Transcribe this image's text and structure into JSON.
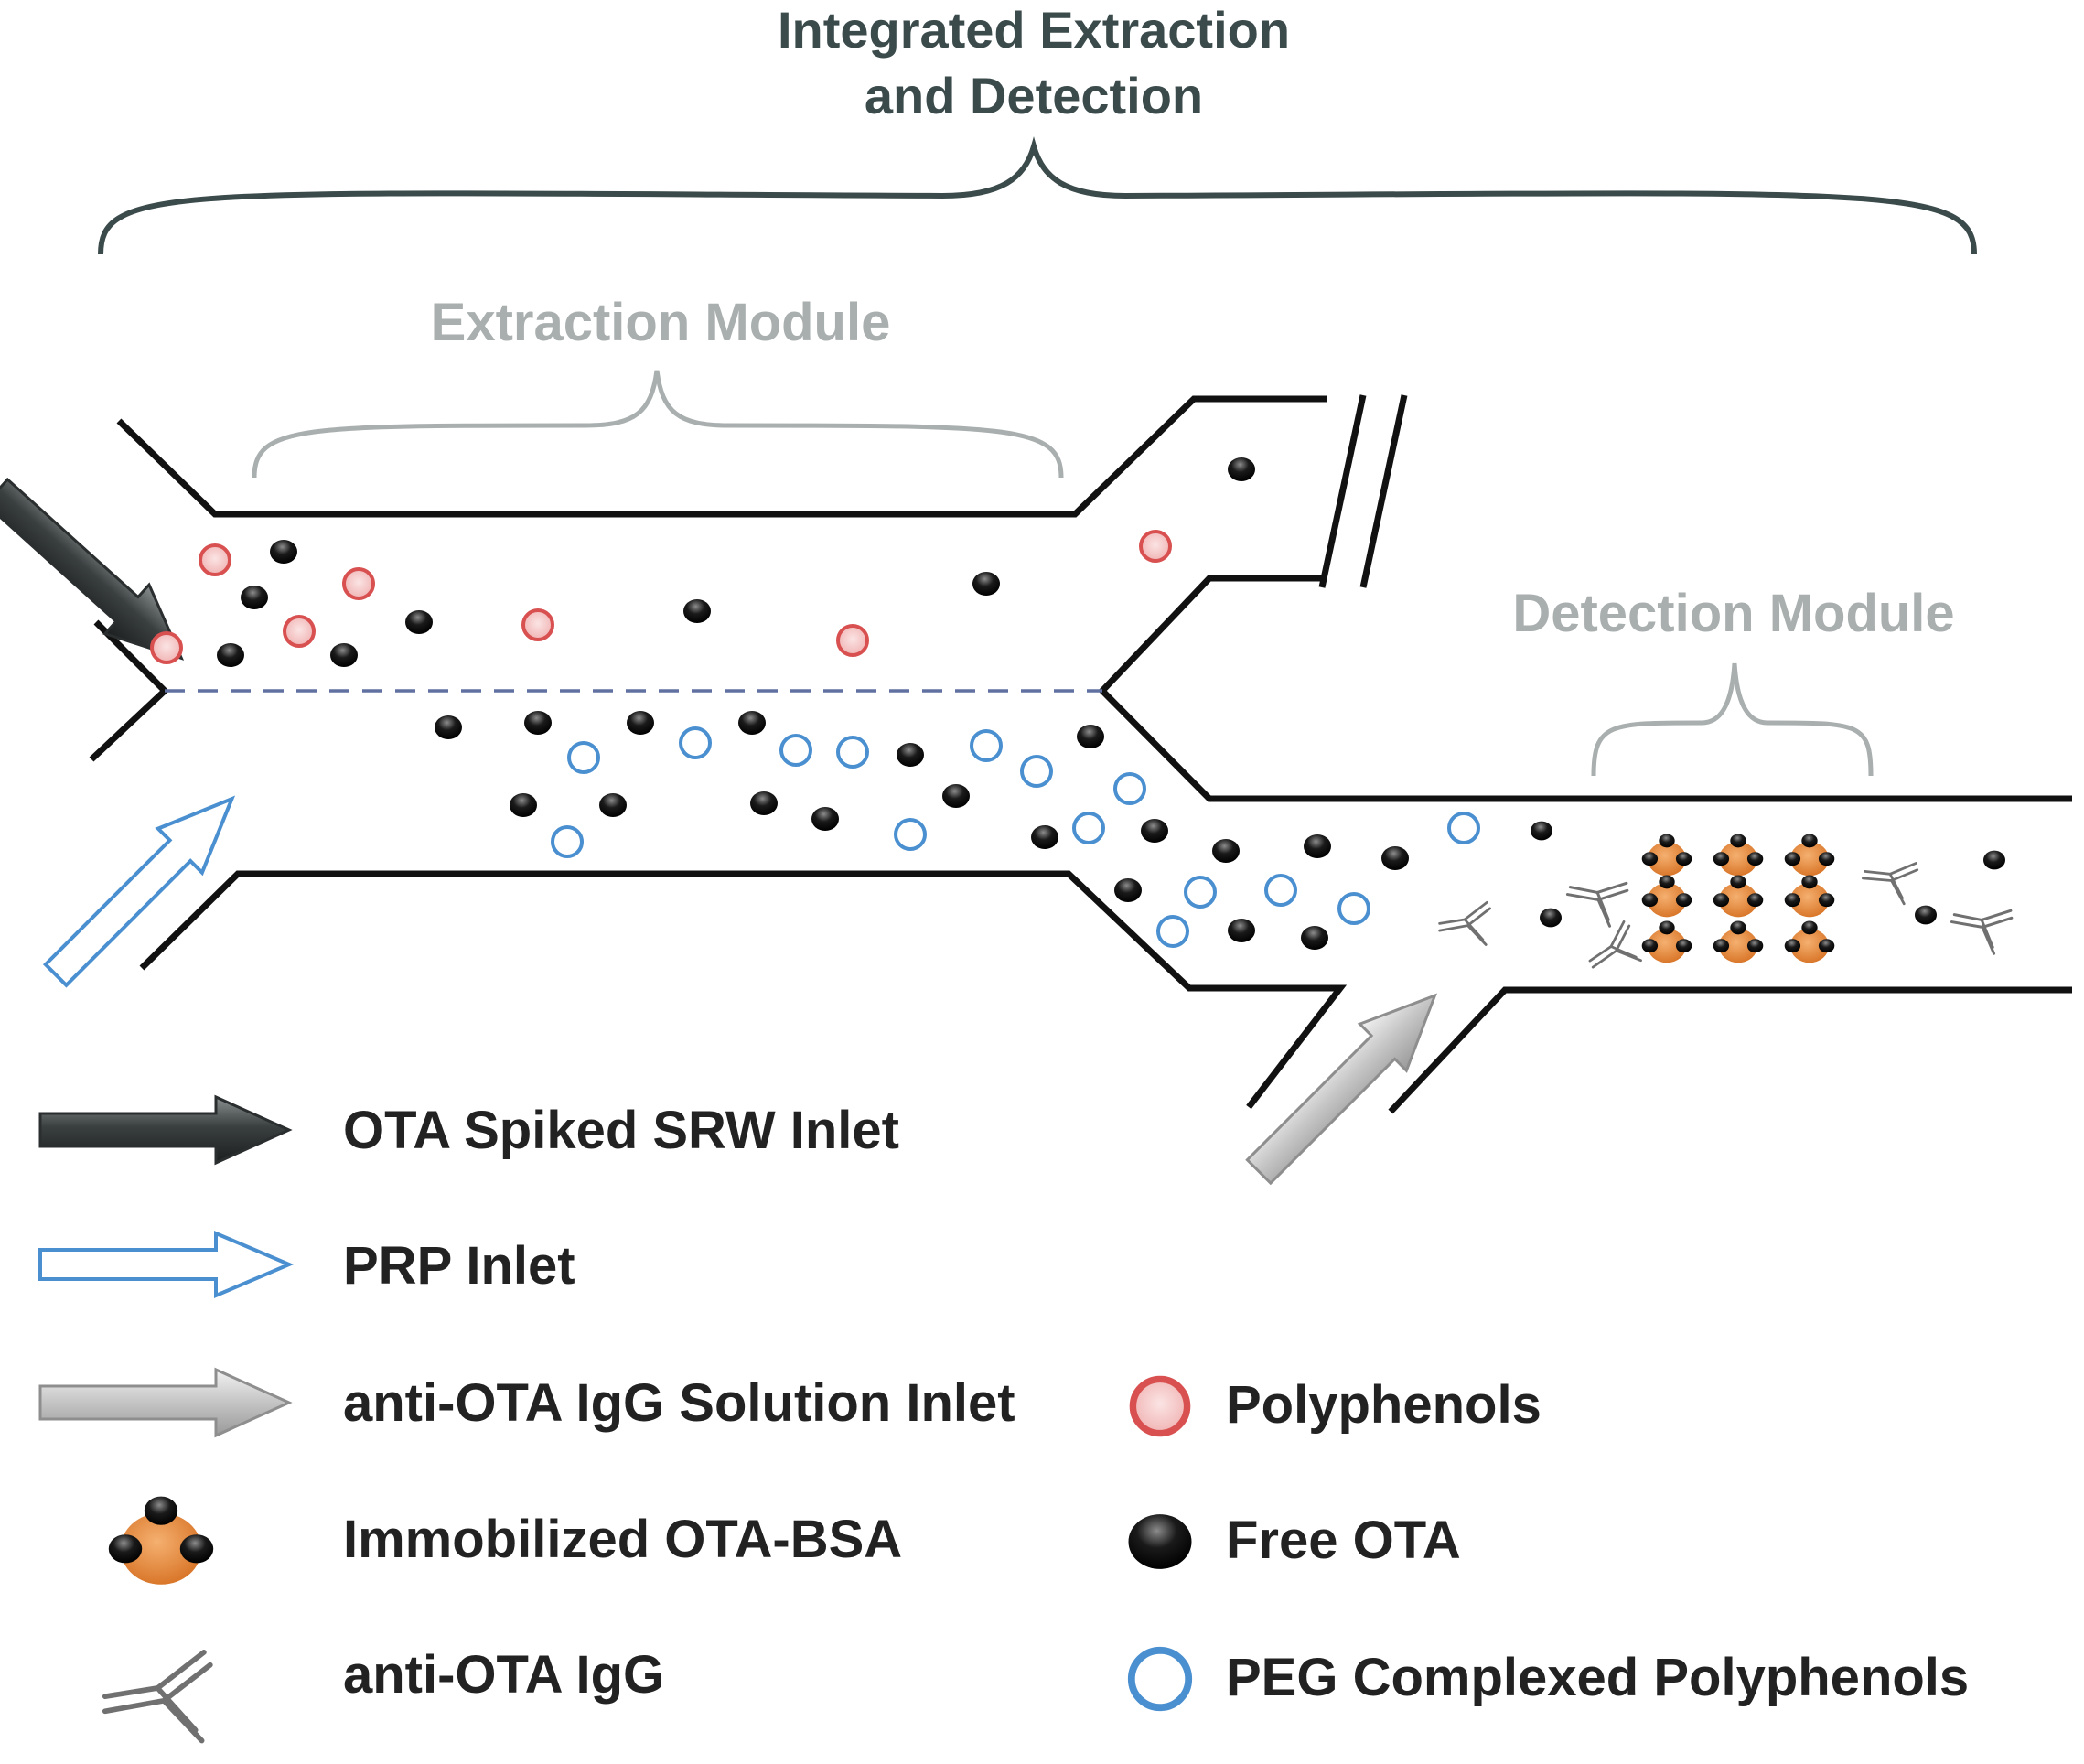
{
  "title": {
    "line1": "Integrated Extraction",
    "line2": "and Detection"
  },
  "modules": {
    "extraction": "Extraction Module",
    "detection": "Detection Module"
  },
  "legend": {
    "srw_inlet": "OTA Spiked SRW Inlet",
    "prp_inlet": "PRP Inlet",
    "igg_inlet": "anti-OTA IgG Solution Inlet",
    "ota_bsa": "Immobilized OTA-BSA",
    "igg": "anti-OTA IgG",
    "polyphenols": "Polyphenols",
    "free_ota": "Free OTA",
    "peg_polyphenols": "PEG Complexed Polyphenols"
  },
  "colors": {
    "dark_arrow": "#3a3f40",
    "blue_outline": "#4a8fd0",
    "grey_arrow": "#bdbdbd",
    "polyphenol": "#d85050",
    "polyphenol_fill": "#f4c8c8",
    "free_ota": "#111111",
    "protein": "#e08a3a",
    "channel": "#111111",
    "brace_dark": "#3b4a4a",
    "brace_light": "#a9aeae",
    "dashed_line": "#6070a0"
  },
  "icons": {
    "dark_arrow": "dark-arrow-icon",
    "blue_arrow": "blue-outline-arrow-icon",
    "grey_arrow": "grey-arrow-icon",
    "ota_bsa": "ota-bsa-icon",
    "igg": "antibody-icon",
    "polyphenol": "red-circle-icon",
    "free_ota": "black-dot-icon",
    "peg": "blue-circle-icon"
  }
}
